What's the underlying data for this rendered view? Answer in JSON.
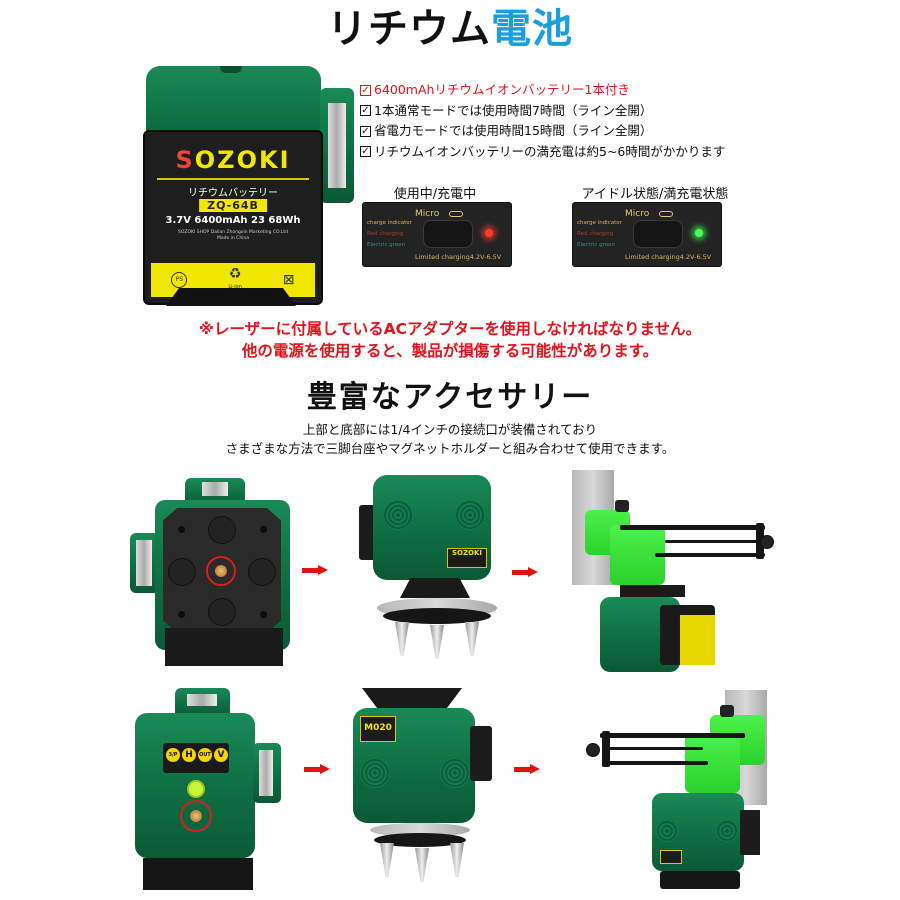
{
  "title": {
    "part1": "リチウム",
    "part2": "電池",
    "accent_color": "#1a9ee0"
  },
  "battery_label": {
    "brand": "SOZOKI",
    "brand_first_letter": "S",
    "brand_rest": "OZOKI",
    "name_jp": "リチウムバッテリー",
    "model": "ZQ-64B",
    "spec": "3.7V 6400mAh 23 68Wh",
    "maker": "SOZOKI SHOP Dalian Zhongxin Marketing CO.Ltd",
    "origin": "Made in China",
    "icons": [
      "pse-mark-icon",
      "recycle-li-ion-icon",
      "crossed-bin-icon"
    ],
    "recycle_text": "Li-ion"
  },
  "features": [
    {
      "text": "6400mAhリチウムイオンバッテリー1本付き",
      "highlight": true
    },
    {
      "text": "1本通常モードでは使用時間7時間（ライン全開）",
      "highlight": false
    },
    {
      "text": "省電力モードでは使用時間15時間（ライン全開）",
      "highlight": false
    },
    {
      "text": "リチウムイオンバッテリーの満充電は約5~6時間がかかります",
      "highlight": false
    }
  ],
  "indicators": [
    {
      "label": "使用中/充電中",
      "micro": "Micro",
      "line1": "charge indicator",
      "line2": "Red charging",
      "line3": "Electric green",
      "limit": "Limited charging4.2V-6.5V",
      "led_color": "red"
    },
    {
      "label": "アイドル状態/満充電状態",
      "micro": "Micro",
      "line1": "charge indicator",
      "line2": "Red charging",
      "line3": "Electric green",
      "limit": "Limited charging4.2V-6.5V",
      "led_color": "green"
    }
  ],
  "warning": {
    "line1": "※レーザーに付属しているACアダプターを使用しなければなりません。",
    "line2": "他の電源を使用すると、製品が損傷する可能性があります。",
    "color": "#e5121b"
  },
  "accessories": {
    "title": "豊富なアクセサリー",
    "desc_line1": "上部と底部には1/4インチの接続口が装備されており",
    "desc_line2": "さまざまな方法で三脚台座やマグネットホルダーと組み合わせて使用できます。"
  },
  "photos": {
    "row1": {
      "step1": "bottom-mount-thread",
      "step2": "laser-on-tripod-base",
      "step3": "laser-on-magnetic-wall-bracket"
    },
    "row2": {
      "step1": "top-mount-thread-control-panel",
      "step2": "laser-inverted-on-tripod-base",
      "step3": "laser-inverted-on-wall-bracket",
      "panel_buttons": [
        "3/P",
        "H",
        "OUT",
        "V"
      ],
      "label_text": "M020"
    }
  }
}
